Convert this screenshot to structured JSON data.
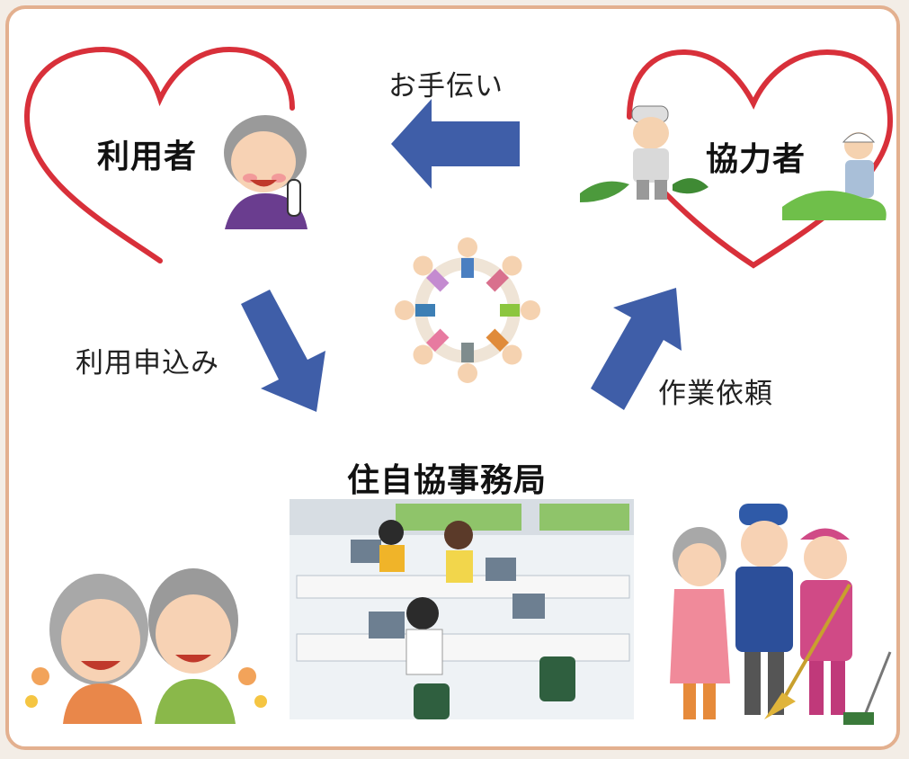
{
  "labels": {
    "user": "利用者",
    "helper": "協力者",
    "office": "住自協事務局",
    "help": "お手伝い",
    "apply": "利用申込み",
    "request": "作業依頼"
  },
  "colors": {
    "heart": "#d8303a",
    "arrow": "#3f5ea8",
    "border": "#e3b08f"
  }
}
